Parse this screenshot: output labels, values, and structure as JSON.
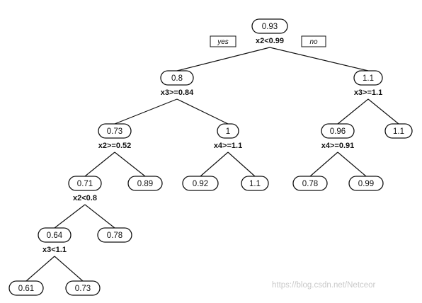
{
  "tree": {
    "branch_labels": {
      "yes": "yes",
      "no": "no"
    },
    "nodes": [
      {
        "id": "root",
        "value": "0.93",
        "rule": "x2<0.99",
        "parent": null
      },
      {
        "id": "n-yes",
        "value": "0.8",
        "rule": "x3>=0.84",
        "parent": "root"
      },
      {
        "id": "n-no",
        "value": "1.1",
        "rule": "x3>=1.1",
        "parent": "root"
      },
      {
        "id": "n-yy",
        "value": "0.73",
        "rule": "x2>=0.52",
        "parent": "n-yes"
      },
      {
        "id": "n-yn",
        "value": "1",
        "rule": "x4>=1.1",
        "parent": "n-yes"
      },
      {
        "id": "n-ny",
        "value": "0.96",
        "rule": "x4>=0.91",
        "parent": "n-no"
      },
      {
        "id": "n-nn",
        "value": "1.1",
        "rule": null,
        "parent": "n-no"
      },
      {
        "id": "n-yyy",
        "value": "0.71",
        "rule": "x2<0.8",
        "parent": "n-yy"
      },
      {
        "id": "n-yyn",
        "value": "0.89",
        "rule": null,
        "parent": "n-yy"
      },
      {
        "id": "n-yny",
        "value": "0.92",
        "rule": null,
        "parent": "n-yn"
      },
      {
        "id": "n-ynn",
        "value": "1.1",
        "rule": null,
        "parent": "n-yn"
      },
      {
        "id": "n-nyy",
        "value": "0.78",
        "rule": null,
        "parent": "n-ny"
      },
      {
        "id": "n-nyn",
        "value": "0.99",
        "rule": null,
        "parent": "n-ny"
      },
      {
        "id": "n-yyyy",
        "value": "0.64",
        "rule": "x3<1.1",
        "parent": "n-yyy"
      },
      {
        "id": "n-yyyn",
        "value": "0.78",
        "rule": null,
        "parent": "n-yyy"
      },
      {
        "id": "n-yyyyy",
        "value": "0.61",
        "rule": null,
        "parent": "n-yyyy"
      },
      {
        "id": "n-yyyyn",
        "value": "0.73",
        "rule": null,
        "parent": "n-yyyy"
      }
    ]
  },
  "watermark": "https://blog.csdn.net/Netceor"
}
